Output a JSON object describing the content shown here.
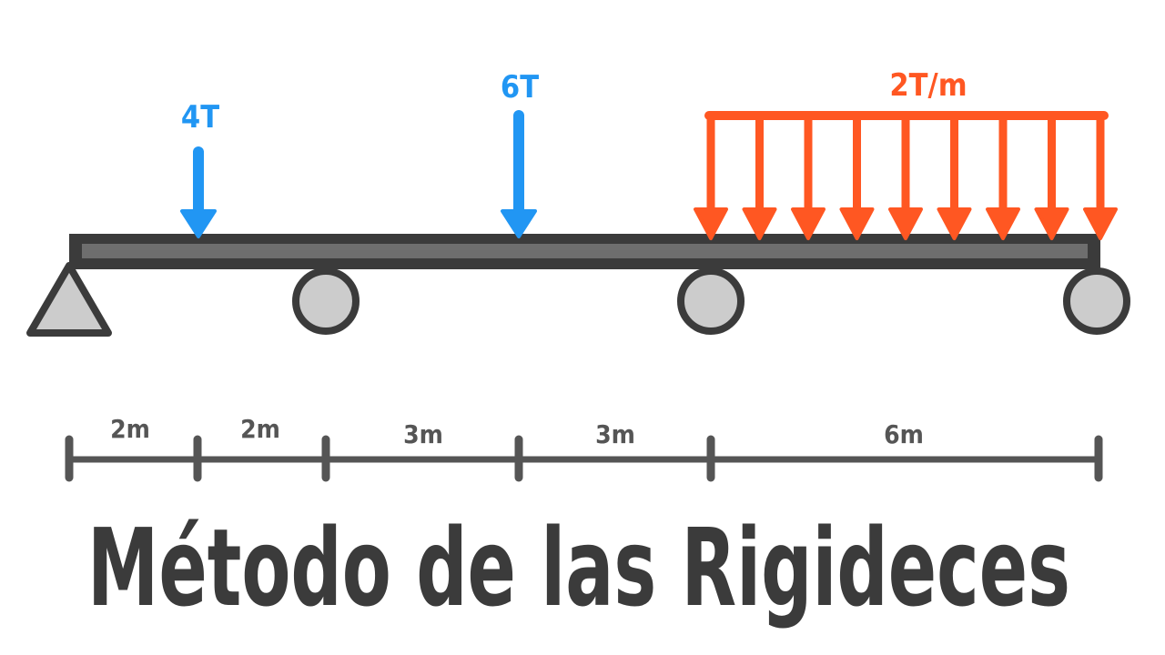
{
  "title": "Método de las Rigideces",
  "beam": {
    "segments_m": [
      2,
      2,
      3,
      3,
      6
    ],
    "dimension_labels": [
      "2m",
      "2m",
      "3m",
      "3m",
      "6m"
    ],
    "supports": [
      {
        "type": "pin",
        "at_m": 0
      },
      {
        "type": "roller",
        "at_m": 4
      },
      {
        "type": "roller",
        "at_m": 10
      },
      {
        "type": "roller",
        "at_m": 16
      }
    ]
  },
  "loads": {
    "point": [
      {
        "label": "4T",
        "at_m": 2
      },
      {
        "label": "6T",
        "at_m": 7
      }
    ],
    "distributed": {
      "label": "2T/m",
      "from_m": 10,
      "to_m": 16,
      "arrow_count": 9
    }
  },
  "colors": {
    "point_load": "#2196f3",
    "distributed_load": "#ff5722",
    "beam": "#3b3b3b",
    "beam_inner": "#6e6e6e",
    "support_fill": "#cccccc",
    "dimension_line": "#555555",
    "title": "#3b3b3b"
  }
}
